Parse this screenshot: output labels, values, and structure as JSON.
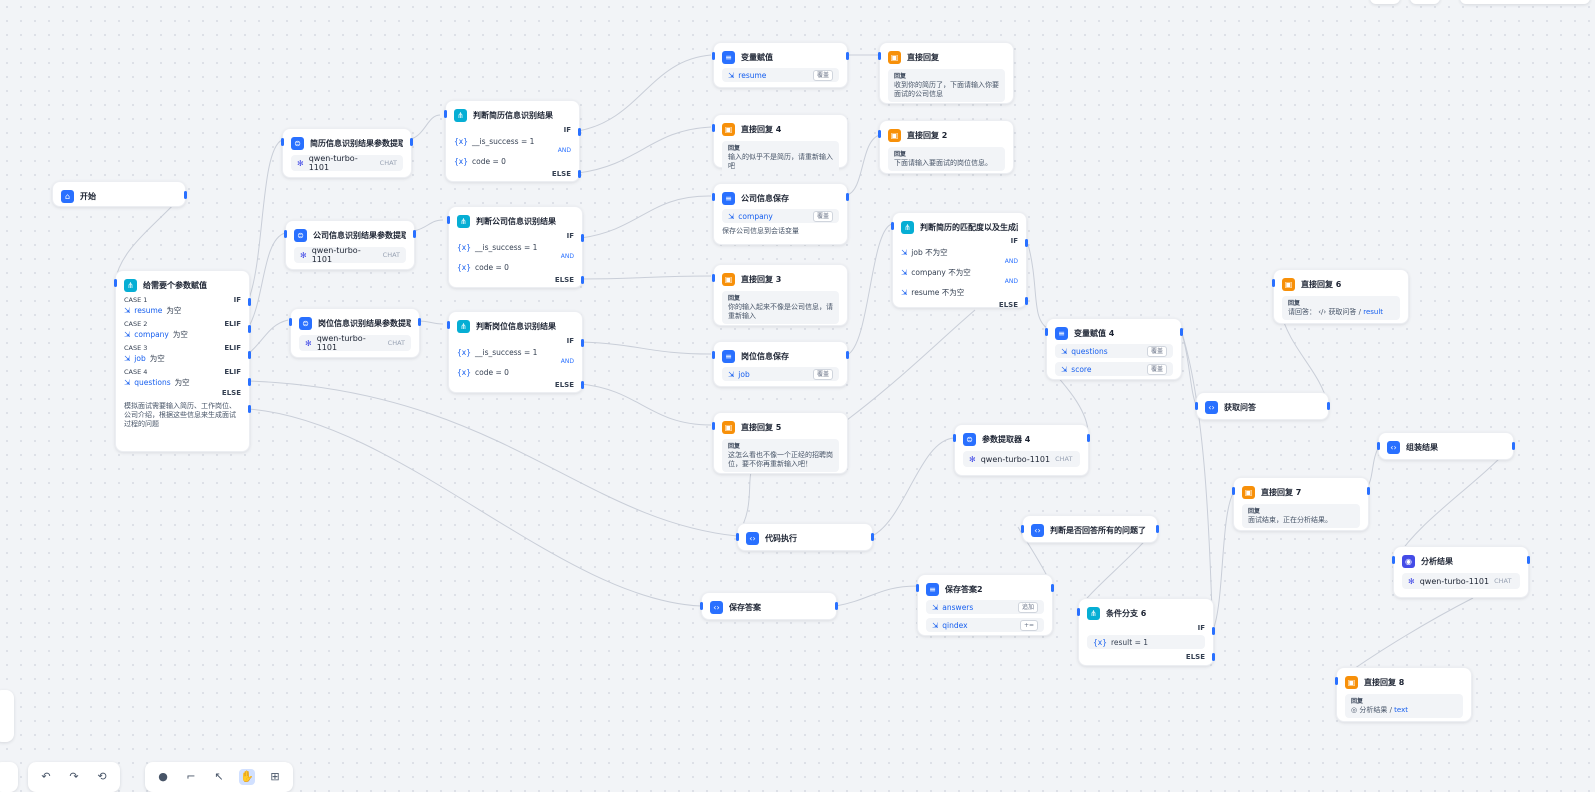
{
  "colors": {
    "accent": "#2970ff",
    "cyan": "#06aed4",
    "orange": "#f79009",
    "edge": "#c9ced8"
  },
  "nodes": {
    "start": {
      "title": "开始"
    },
    "assign_multi": {
      "title": "给需要个参数赋值",
      "cases": [
        {
          "case": "CASE 1",
          "type": "IF",
          "var": "resume",
          "op": "为空"
        },
        {
          "case": "CASE 2",
          "type": "ELIF",
          "var": "company",
          "op": "为空"
        },
        {
          "case": "CASE 3",
          "type": "ELIF",
          "var": "job",
          "op": "为空"
        },
        {
          "case": "CASE 4",
          "type": "ELIF",
          "var": "questions",
          "op": "为空"
        }
      ],
      "else": "ELSE",
      "desc": "模拟面试需要输入简历、工作岗位、公司介绍，根据这些信息来生成面试过程的问题"
    },
    "resume_extractor": {
      "title": "简历信息识别结果参数提取器（",
      "model": "qwen-turbo-1101",
      "mode": "CHAT"
    },
    "company_extractor": {
      "title": "公司信息识别结果参数提取器",
      "model": "qwen-turbo-1101",
      "mode": "CHAT"
    },
    "job_extractor": {
      "title": "岗位信息识别结果参数提取器（",
      "model": "qwen-turbo-1101",
      "mode": "CHAT"
    },
    "judge_resume": {
      "title": "判断简历信息识别结果",
      "if": "IF",
      "c1": "__is_success = 1",
      "and": "AND",
      "c2": "code = 0",
      "else": "ELSE"
    },
    "judge_company": {
      "title": "判断公司信息识别结果",
      "if": "IF",
      "c1": "__is_success = 1",
      "and": "AND",
      "c2": "code = 0",
      "else": "ELSE"
    },
    "judge_job": {
      "title": "判断岗位信息识别结果",
      "if": "IF",
      "c1": "__is_success = 1",
      "and": "AND",
      "c2": "code = 0",
      "else": "ELSE"
    },
    "var_assign": {
      "title": "变量赋值",
      "var": "resume",
      "tag": "覆盖"
    },
    "reply": {
      "title": "直接回复",
      "cap": "回复",
      "text": "收到你的简历了，下面请输入你要面试的公司信息"
    },
    "reply4": {
      "title": "直接回复 4",
      "cap": "回复",
      "text": "输入的似乎不是简历，请重新输入吧"
    },
    "reply2": {
      "title": "直接回复 2",
      "cap": "回复",
      "text": "下面请输入要面试的岗位信息。"
    },
    "company_save": {
      "title": "公司信息保存",
      "var": "company",
      "tag": "覆盖",
      "desc": "保存公司信息到会话变量"
    },
    "reply3": {
      "title": "直接回复 3",
      "cap": "回复",
      "text": "你的输入起来不像是公司信息，请重新输入"
    },
    "job_save": {
      "title": "岗位信息保存",
      "var": "job",
      "tag": "覆盖"
    },
    "reply5": {
      "title": "直接回复 5",
      "cap": "回复",
      "text": "这怎么看也不像一个正经的招聘岗位，要不你再重新输入吧！"
    },
    "judge_match": {
      "title": "判断简历的匹配度以及生成面试",
      "if": "IF",
      "c1": "job 不为空",
      "and1": "AND",
      "c2": "company 不为空",
      "and2": "AND",
      "c3": "resume 不为空",
      "else": "ELSE"
    },
    "var_assign4": {
      "title": "变量赋值 4",
      "v1": "questions",
      "v2": "score",
      "tag": "覆盖"
    },
    "reply6": {
      "title": "直接回复 6",
      "cap": "回复",
      "prefix": "请回答：",
      "chip1": "获取问答",
      "chip2": "result"
    },
    "get_qa": {
      "title": "获取问答"
    },
    "extractor4": {
      "title": "参数提取器 4",
      "model": "qwen-turbo-1101",
      "mode": "CHAT"
    },
    "code_exec": {
      "title": "代码执行"
    },
    "judge_all": {
      "title": "判断是否回答所有的问题了"
    },
    "save_answer": {
      "title": "保存答案"
    },
    "save_answer2": {
      "title": "保存答案2",
      "v1": "answers",
      "t1": "追加",
      "v2": "qindex",
      "t2": "+="
    },
    "branch6": {
      "title": "条件分支 6",
      "if": "IF",
      "c1": "result = 1",
      "else": "ELSE"
    },
    "reply7": {
      "title": "直接回复 7",
      "cap": "回复",
      "text": "面试结束，正在分析结果。"
    },
    "assemble": {
      "title": "组装结果"
    },
    "analysis": {
      "title": "分析结果",
      "model": "qwen-turbo-1101",
      "mode": "CHAT"
    },
    "reply8": {
      "title": "直接回复 8",
      "cap": "回复",
      "chip1": "分析结果",
      "chip2": "text"
    }
  }
}
